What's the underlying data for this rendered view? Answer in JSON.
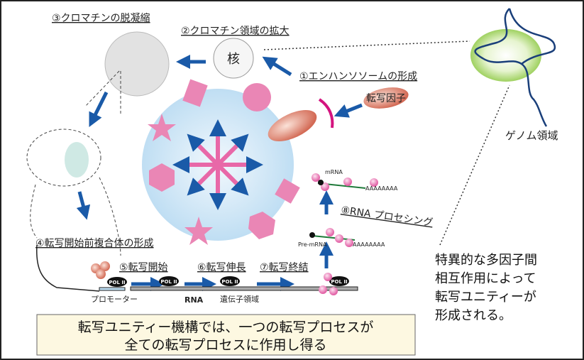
{
  "steps": {
    "s1": "①エンハンソソームの形成",
    "s2": "②クロマチン領域の拡大",
    "s3": "③クロマチンの脱凝縮",
    "s4": "④転写開始前複合体の形成",
    "s5": "⑤転写開始",
    "s6": "⑥転写伸長",
    "s7": "⑦転写終結",
    "s8": "⑧RNA プロセシング"
  },
  "labels": {
    "nucleus": "核",
    "tf": "転写因子",
    "genome": "ゲノム領域",
    "promoter": "プロモーター",
    "rna": "RNA",
    "gene_region": "遺伝子領域",
    "mrna": "mRNA",
    "pre_mrna": "Pre-mRNA",
    "polya": "AAAAAAAA",
    "pol": "POL II"
  },
  "side_text": [
    "特異的な多因子間",
    "相互作用によって",
    "転写ユニティーが",
    "形成される。"
  ],
  "summary": [
    "転写ユニティー機構では、一つの転写プロセスが",
    "全ての転写プロセスに作用し得る"
  ],
  "colors": {
    "arrow": "#1a5aa8",
    "pink": "#e985b4",
    "blue_circle": "#cfe6f7",
    "green": "#a8d86a"
  }
}
